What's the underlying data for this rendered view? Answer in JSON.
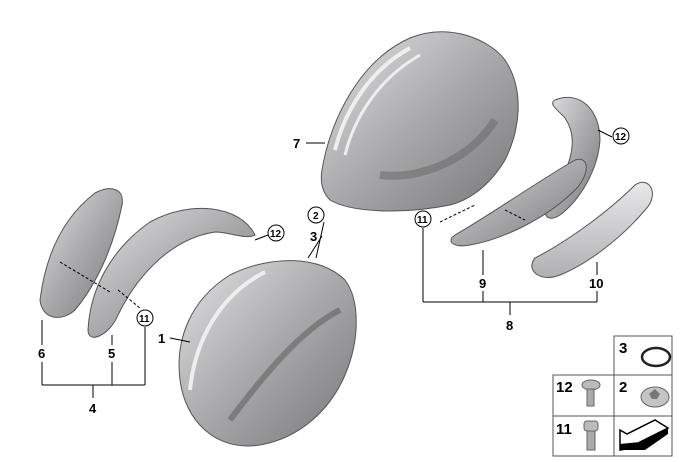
{
  "diagram": {
    "callouts": {
      "c1": "1",
      "c2": "2",
      "c3": "3",
      "c4": "4",
      "c5": "5",
      "c6": "6",
      "c7": "7",
      "c8": "8",
      "c9": "9",
      "c10": "10",
      "c11a": "11",
      "c11b": "11",
      "c12a": "12",
      "c12b": "12"
    },
    "legend": {
      "item3": "3",
      "item12": "12",
      "item2": "2",
      "item11": "11"
    },
    "colors": {
      "part_fill": "#a9a9ab",
      "part_light": "#d6d6d8",
      "part_dark": "#6e6e72"
    }
  }
}
